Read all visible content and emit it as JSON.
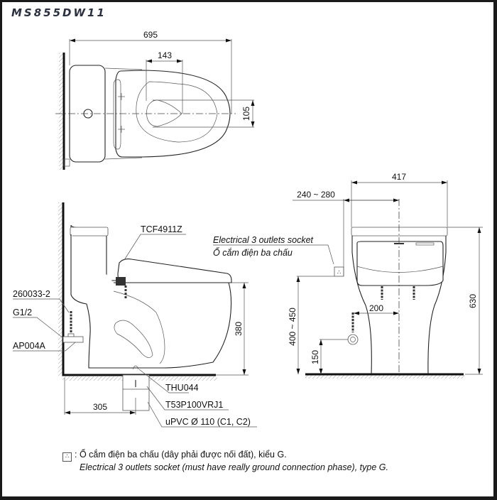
{
  "title": "MS855DW11",
  "top_view": {
    "dims": {
      "overall_length": "695",
      "bowl_offset": "143",
      "center_offset": "105"
    }
  },
  "side_view": {
    "labels": {
      "seat_model": "TCF4911Z",
      "hose": "260033-2",
      "thread": "G1/2",
      "valve": "AP004A",
      "flange": "THU044",
      "adapter": "T53P100VRJ1",
      "drain_pipe": "uPVC Ø 110 (C1, C2)"
    },
    "dims": {
      "rough_in": "305",
      "seat_height": "380"
    }
  },
  "front_view": {
    "socket_label_en": "Electrical 3 outlets socket",
    "socket_label_vi": "Ổ cắm điện ba chấu",
    "dims": {
      "width": "417",
      "socket_offset": "240 ~ 280",
      "socket_height": "400 ~ 450",
      "supply_offset": "200",
      "supply_height": "150",
      "total_height": "630"
    }
  },
  "legend": {
    "symbol": "∴",
    "text_vi": ": Ổ cắm điện ba chấu (dây phải được nối đất), kiểu G.",
    "text_en": "Electrical 3 outlets socket (must have really ground connection phase), type G."
  }
}
